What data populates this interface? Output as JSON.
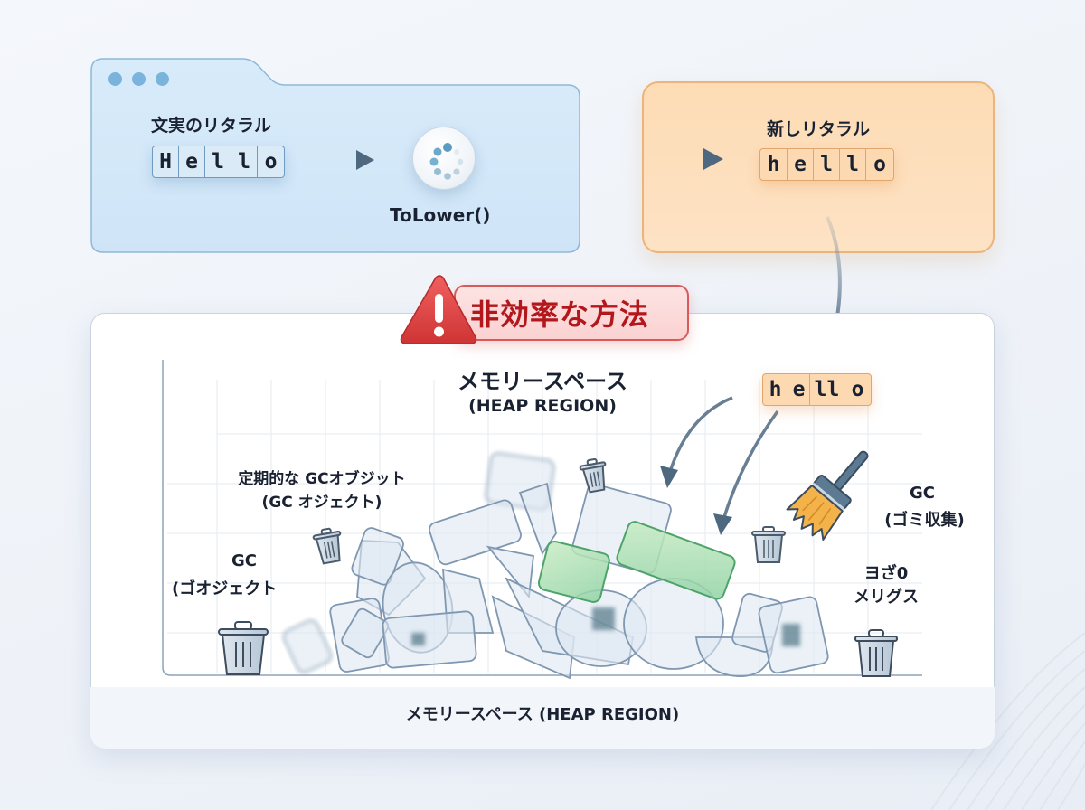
{
  "top_left_panel": {
    "title": "文実のリタラル",
    "literal_chars": [
      "H",
      "e",
      "l",
      "l",
      "o"
    ],
    "method_label": "ToLower()",
    "method_icon": "spinner-icon"
  },
  "top_right_panel": {
    "title": "新しリタラル",
    "literal_chars": [
      "h",
      "e",
      "l",
      "l",
      "o"
    ]
  },
  "warning": {
    "icon": "warning-triangle-icon",
    "label": "非効率な方法"
  },
  "heap": {
    "title": "メモリースペース",
    "subtitle": "(HEAP REGION)",
    "new_literal_chars": [
      "h",
      "e",
      "ll",
      "o"
    ],
    "labels": {
      "periodic_gc_line1": "定期的な GCオブジット",
      "periodic_gc_line2": "(GC オジェクト)",
      "gc_left_line1": "GC",
      "gc_left_line2": "(ゴオジェクト",
      "gc_right_line1": "GC",
      "gc_right_line2": "(ゴミ収集)",
      "misc_line1": "ヨざ0",
      "misc_line2": "メリグス"
    },
    "footer": "メモリースペース (HEAP REGION)"
  },
  "colors": {
    "blue_panel": "#d6e9f8",
    "orange_panel": "#fddcb5",
    "warning_red": "#d63b3b",
    "arrow": "#4e6880",
    "live_object_green": "#9fd8a8"
  }
}
